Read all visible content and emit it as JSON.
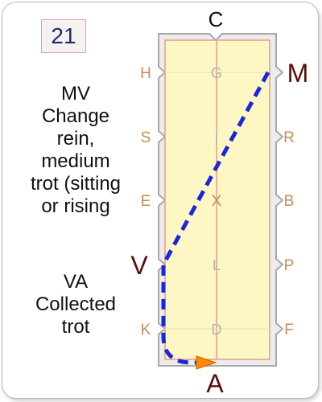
{
  "test_number": "21",
  "movements": [
    {
      "code": "MV",
      "lines": [
        "Change",
        "rein,",
        "medium",
        "trot (sitting",
        "or rising"
      ]
    },
    {
      "code": "VA",
      "lines": [
        "Collected",
        "trot"
      ]
    }
  ],
  "letters": {
    "C": "C",
    "A": "A",
    "H": "H",
    "S": "S",
    "E": "E",
    "V": "V",
    "K": "K",
    "M": "M",
    "R": "R",
    "B": "B",
    "P": "P",
    "F": "F",
    "G": "G",
    "I": "I",
    "X": "X",
    "L": "L",
    "D": "D"
  },
  "colors": {
    "arena_fill": "#fdf8c3",
    "arena_border": "#e79a8f",
    "outer_border": "#a8a8a8",
    "centerline": "#e79a8f",
    "side_letters": "#c98a52",
    "center_letters": "#b3b3b3",
    "highlight_letters": "#5a0e0e",
    "path": "#1c24e0",
    "arrow": "#ff8a00",
    "badge_text": "#1e2a6b"
  }
}
